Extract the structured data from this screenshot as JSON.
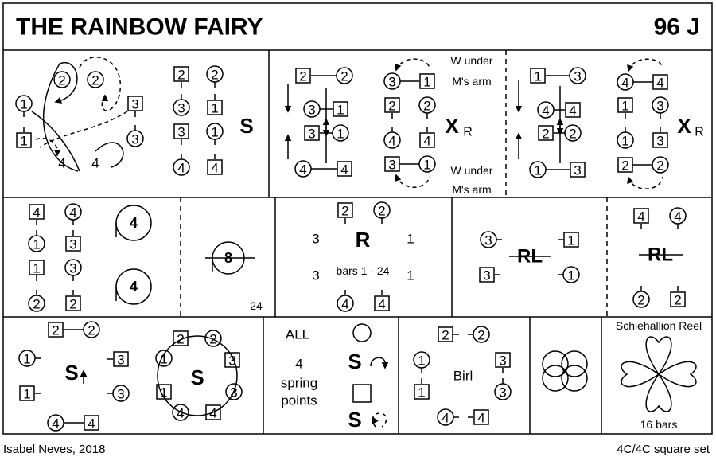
{
  "header": {
    "title": "THE RAINBOW FAIRY",
    "code": "96 J"
  },
  "labels": {
    "one": "1",
    "two": "2",
    "three": "3",
    "four": "4",
    "eight": "8",
    "s": "S",
    "x": "X",
    "x_sub": "R",
    "r": "R",
    "rl": "RL",
    "w_under": "W under",
    "ms_arm": "M's arm",
    "bar_count": "24",
    "bars_range": "bars 1 - 24",
    "all": "ALL",
    "spring_line1": "4",
    "spring_line2": "spring",
    "spring_line3": "points",
    "birl": "Birl",
    "schiehallion": "Schiehallion Reel",
    "sixteen_bars": "16 bars"
  },
  "footer": {
    "author": "Isabel Neves, 2018",
    "set_info": "4C/4C  square set"
  }
}
